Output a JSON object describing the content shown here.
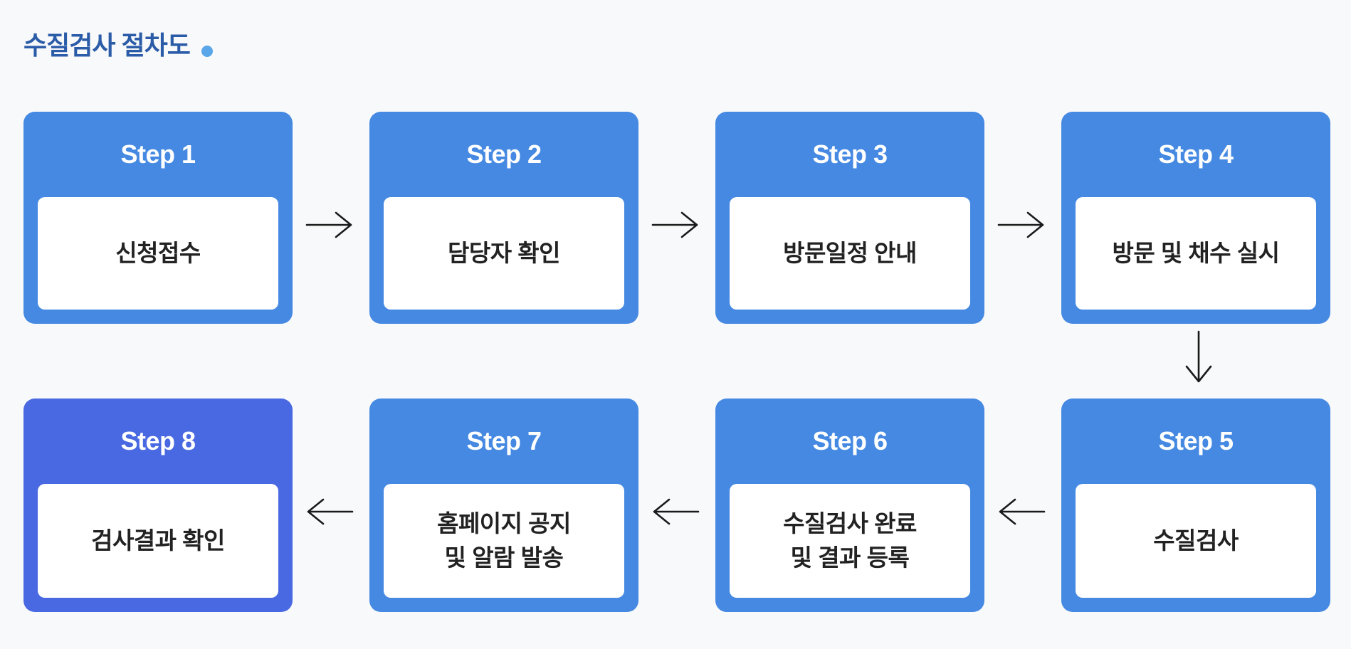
{
  "page": {
    "background_color": "#F8F9FA"
  },
  "title": {
    "text": "수질검사 절차도",
    "color": "#2B5CA8",
    "dot_color": "#59A7E8"
  },
  "colors": {
    "card_blue": "#4589E2",
    "card_highlight_blue": "#4969E2",
    "card_header_text": "#FFFFFF",
    "card_label_text": "#222222",
    "arrow": "#1A1A1A"
  },
  "flow": {
    "row1_direction": "left-to-right",
    "row2_direction": "right-to-left",
    "connector": "Step 4 connects down to Step 5"
  },
  "steps": [
    {
      "title": "Step 1",
      "label": "신청접수"
    },
    {
      "title": "Step 2",
      "label": "담당자 확인"
    },
    {
      "title": "Step 3",
      "label": "방문일정 안내"
    },
    {
      "title": "Step 4",
      "label": "방문 및 채수 실시"
    },
    {
      "title": "Step 5",
      "label": "수질검사"
    },
    {
      "title": "Step 6",
      "label": "수질검사 완료\n및 결과 등록"
    },
    {
      "title": "Step 7",
      "label": "홈페이지 공지\n및 알람 발송"
    },
    {
      "title": "Step 8",
      "label": "검사결과 확인"
    }
  ]
}
